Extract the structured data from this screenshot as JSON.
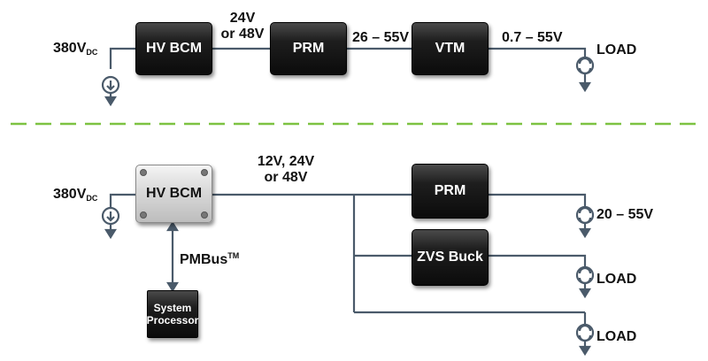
{
  "top": {
    "input_label": "380V",
    "input_sub": "DC",
    "hv_bcm": "HV BCM",
    "v1_line1": "24V",
    "v1_line2": "or 48V",
    "prm": "PRM",
    "v2": "26 – 55V",
    "vtm": "VTM",
    "v3": "0.7 – 55V",
    "load": "LOAD"
  },
  "bottom": {
    "input_label": "380V",
    "input_sub": "DC",
    "hv_bcm": "HV BCM",
    "bus_line1": "12V, 24V",
    "bus_line2": "or 48V",
    "pmbus": "PMBus",
    "pmbus_tm": "TM",
    "sys_line1": "System",
    "sys_line2": "Processor",
    "prm": "PRM",
    "zvs": "ZVS Buck",
    "out1": "20 – 55V",
    "load2": "LOAD",
    "load3": "LOAD"
  },
  "colors": {
    "wire": "#4a5a6a",
    "divider": "#7dc242",
    "block_dark": "#111111",
    "block_light": "#d0d0d0"
  }
}
